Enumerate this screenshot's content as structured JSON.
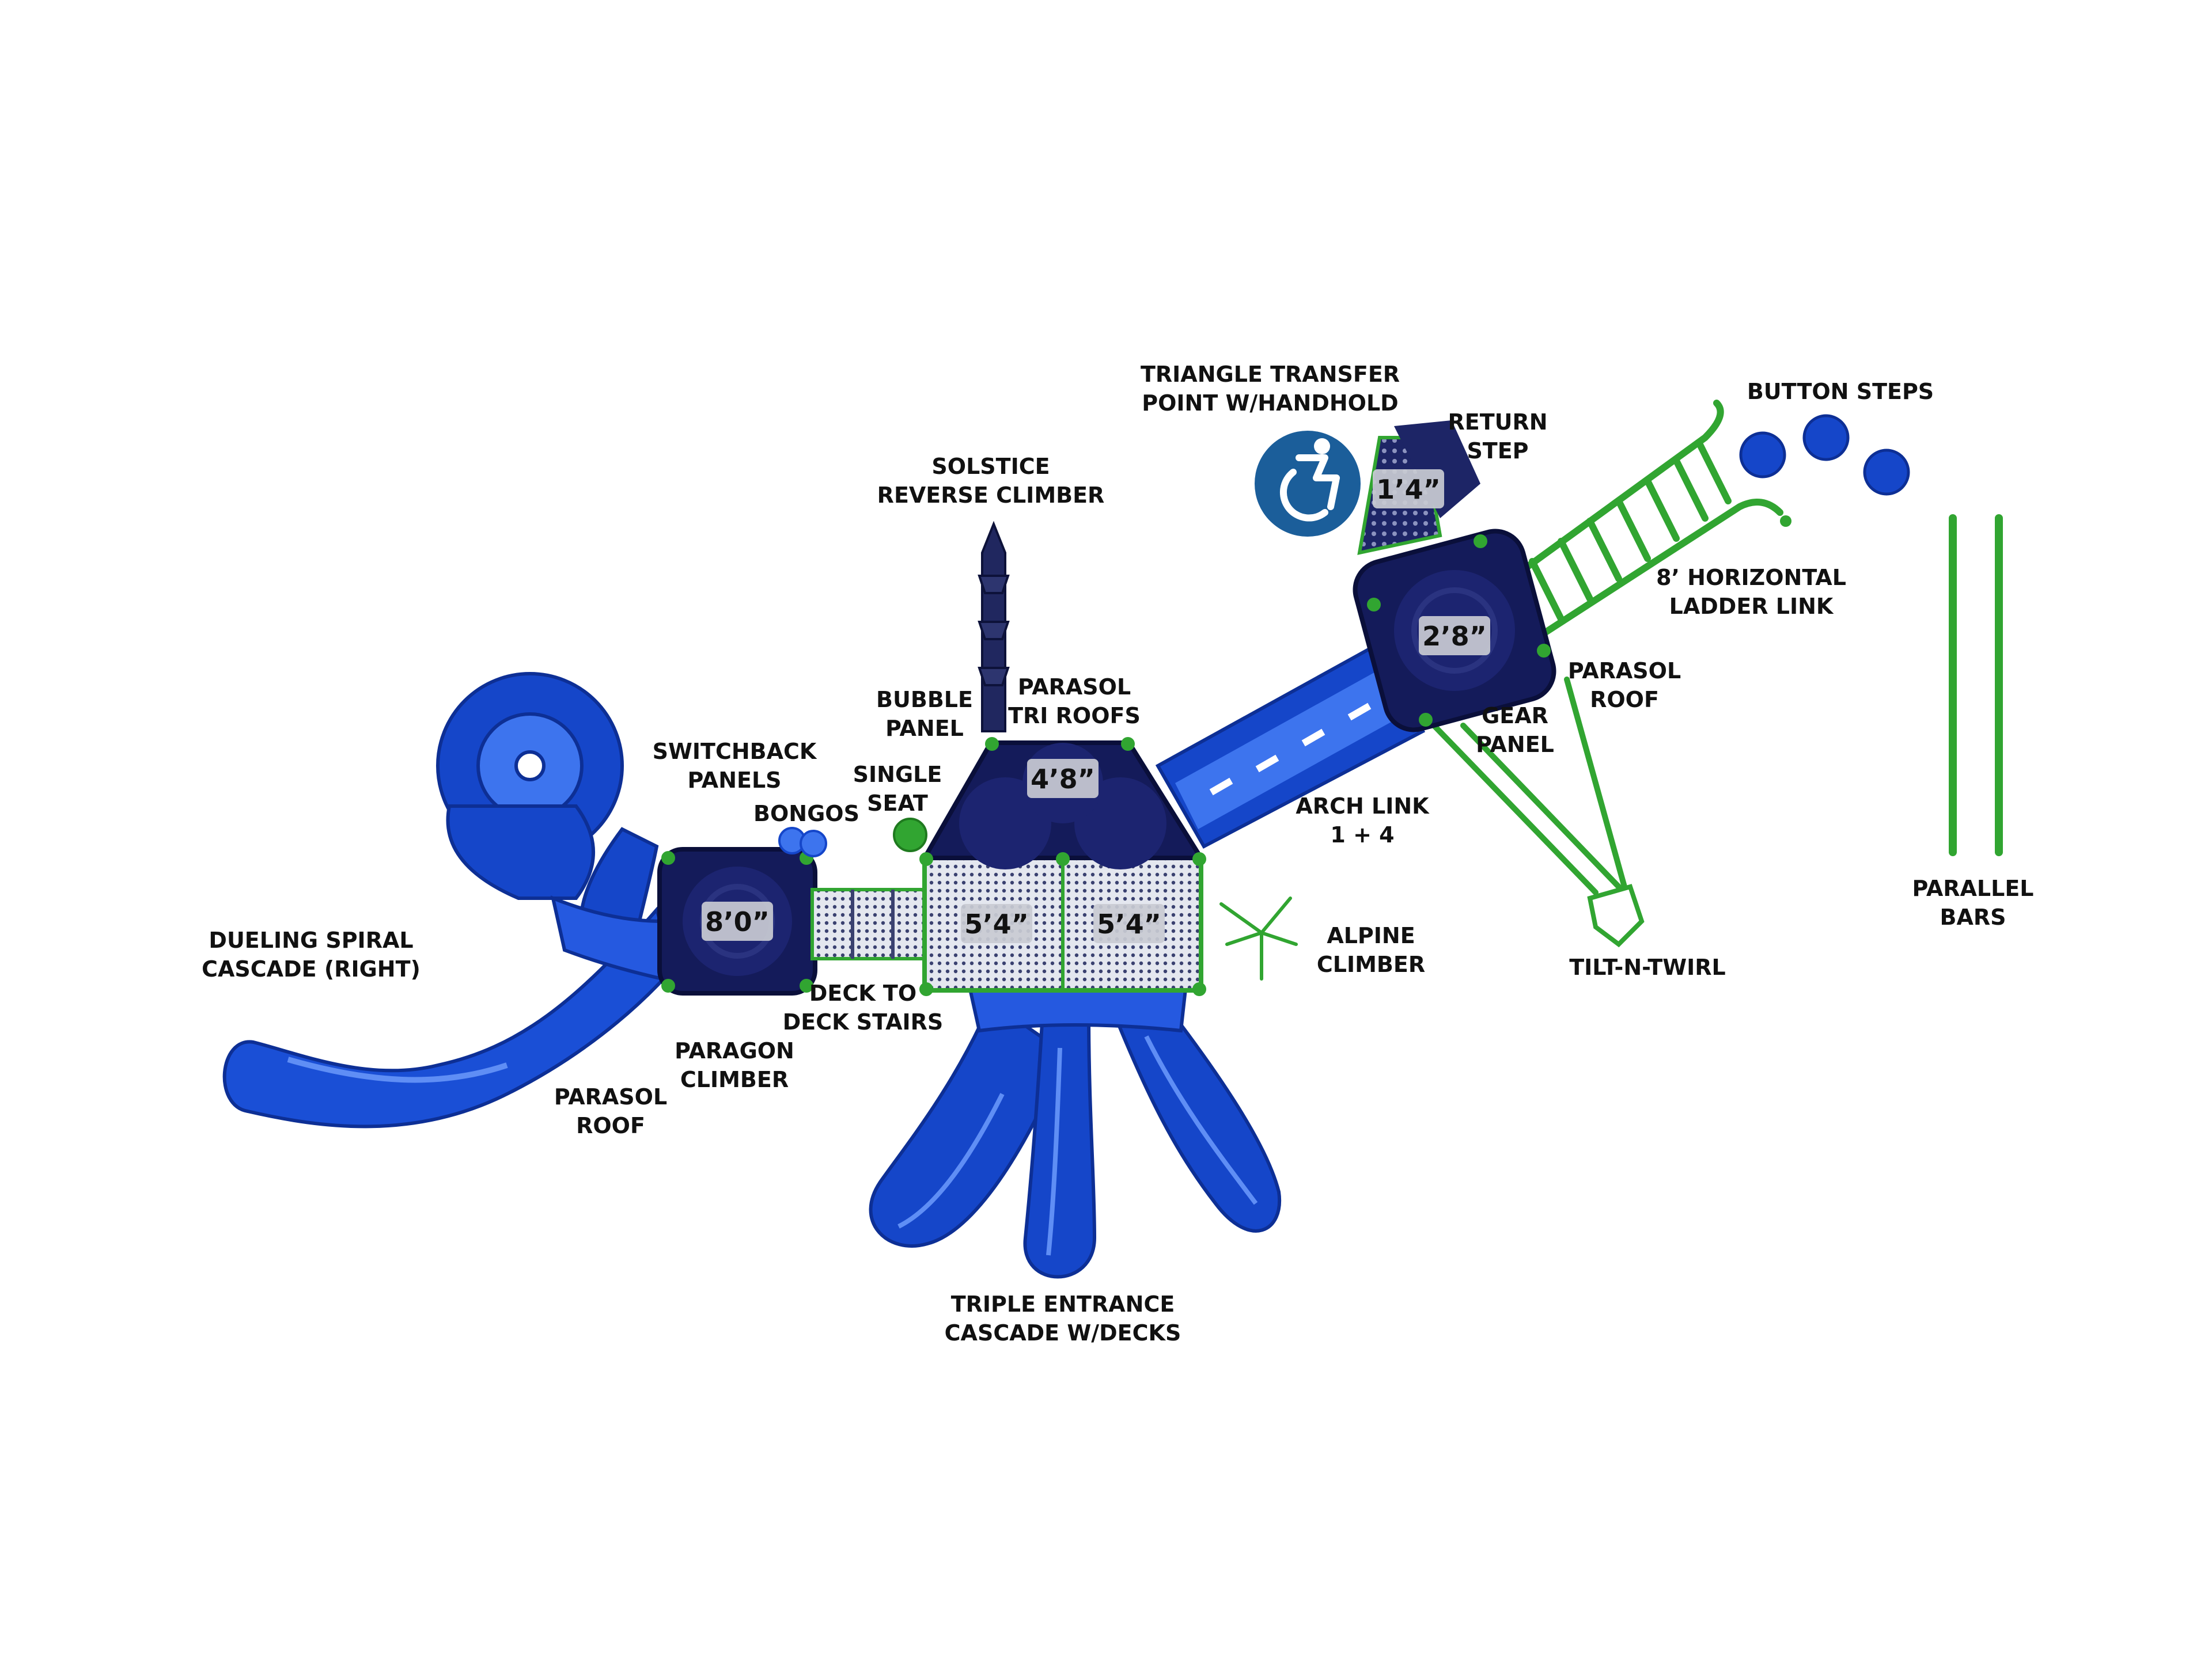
{
  "colors": {
    "slide_blue": "#1546c9",
    "slide_light": "#3d74ee",
    "deck_navy": "#141b5a",
    "deck_mesh": "#d8dbe6",
    "frame_green": "#31a531",
    "ada_badge": "#1b5e9a",
    "label_text": "#111111",
    "height_box": "#c9cbd3"
  },
  "icons": {
    "accessibility": "wheelchair-accessibility-icon"
  },
  "deck_heights": {
    "left_deck": "8’0”",
    "top_deck": "4’8”",
    "center_deck_left": "5’4”",
    "center_deck_right": "5’4”",
    "right_deck": "2’8”",
    "transfer_deck": "1’4”"
  },
  "labels": {
    "triangle_transfer": [
      "TRIANGLE TRANSFER",
      "POINT W/HANDHOLD"
    ],
    "return_step": [
      "RETURN",
      "STEP"
    ],
    "button_steps": [
      "BUTTON STEPS"
    ],
    "solstice_climber": [
      "SOLSTICE",
      "REVERSE CLIMBER"
    ],
    "horizontal_ladder": [
      "8’ HORIZONTAL",
      "LADDER LINK"
    ],
    "bubble_panel": [
      "BUBBLE",
      "PANEL"
    ],
    "parasol_tri_roofs": [
      "PARASOL",
      "TRI ROOFS"
    ],
    "parasol_roof_right": [
      "PARASOL",
      "ROOF"
    ],
    "gear_panel": [
      "GEAR",
      "PANEL"
    ],
    "switchback_panels": [
      "SWITCHBACK",
      "PANELS"
    ],
    "single_seat": [
      "SINGLE",
      "SEAT"
    ],
    "bongos": [
      "BONGOS"
    ],
    "arch_link": [
      "ARCH LINK",
      "1 + 4"
    ],
    "parallel_bars": [
      "PARALLEL",
      "BARS"
    ],
    "alpine_climber": [
      "ALPINE",
      "CLIMBER"
    ],
    "dueling_spiral": [
      "DUELING SPIRAL",
      "CASCADE (RIGHT)"
    ],
    "tilt_n_twirl": [
      "TILT-N-TWIRL"
    ],
    "deck_stairs": [
      "DECK TO",
      "DECK STAIRS"
    ],
    "paragon_climber": [
      "PARAGON",
      "CLIMBER"
    ],
    "parasol_roof_left": [
      "PARASOL",
      "ROOF"
    ],
    "triple_cascade": [
      "TRIPLE ENTRANCE",
      "CASCADE W/DECKS"
    ]
  }
}
